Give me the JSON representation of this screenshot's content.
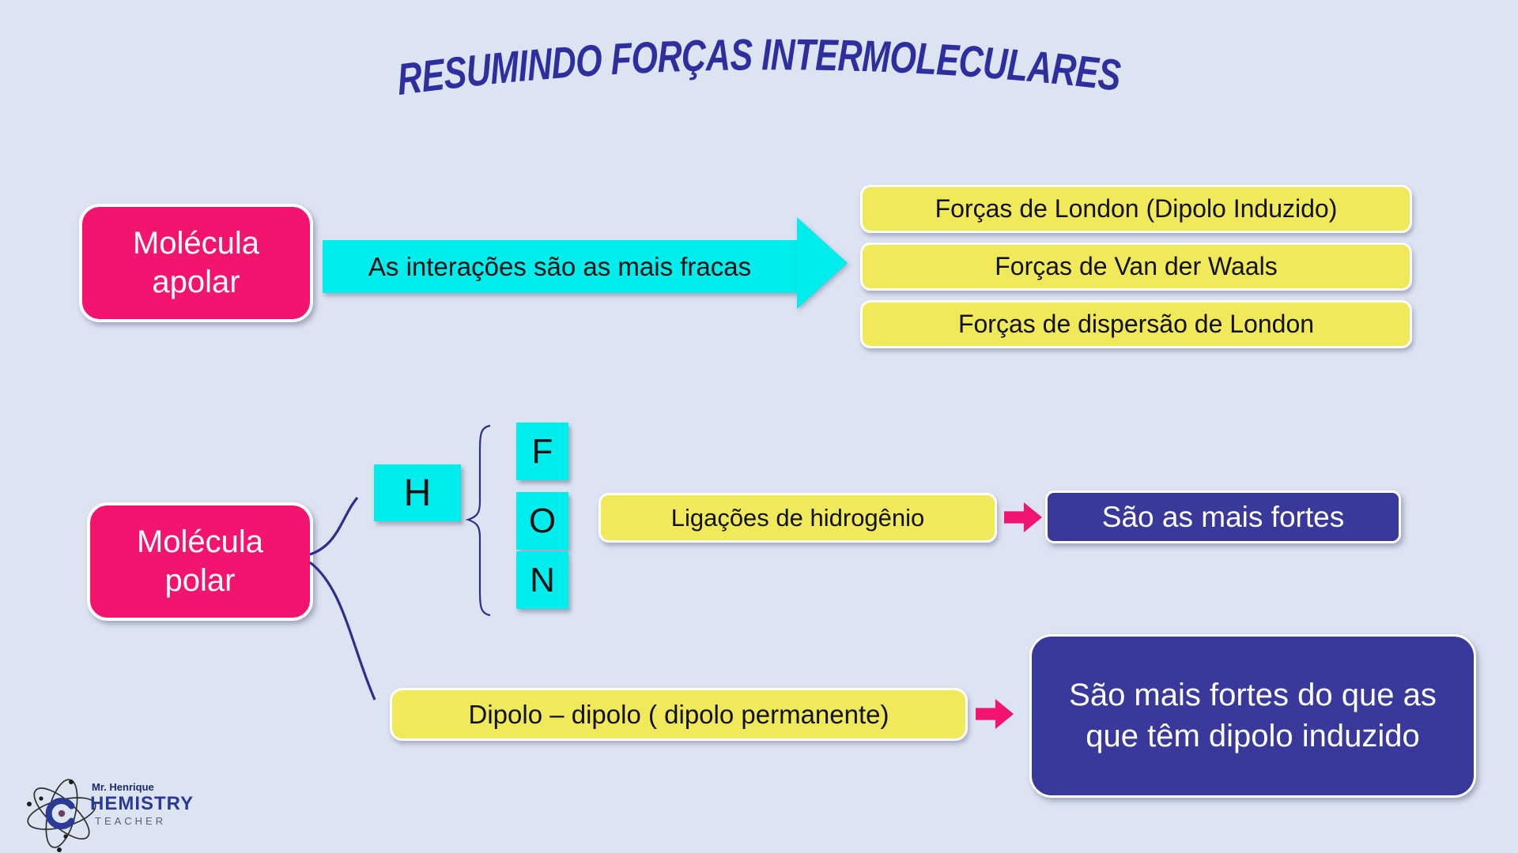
{
  "title": "RESUMINDO FORÇAS INTERMOLECULARES",
  "apolar": {
    "molecule": {
      "line1": "Molécula",
      "line2": "apolar"
    },
    "arrow_label": "As interações são as mais fracas",
    "forces": [
      "Forças de London (Dipolo Induzido)",
      "Forças de Van der Waals",
      "Forças de dispersão de London"
    ]
  },
  "polar": {
    "molecule": {
      "line1": "Molécula",
      "line2": "polar"
    },
    "hydrogen": "H",
    "bond_elements": [
      "F",
      "O",
      "N"
    ],
    "hydrogen_bond": {
      "label": "Ligações de hidrogênio",
      "result": "São as mais fortes"
    },
    "dipole": {
      "label": "Dipolo – dipolo ( dipolo permanente)",
      "result": "São mais fortes do que as que têm dipolo induzido"
    }
  },
  "logo": {
    "name": "Mr. Henrique",
    "brand": "HEMISTRY",
    "brand_initial": "C",
    "role": "TEACHER"
  },
  "colors": {
    "background": "#dce3f1",
    "pink": "#f2146e",
    "cyan": "#00eded",
    "yellow": "#f0e95a",
    "navy": "#39389b",
    "title_navy": "#2e2f9e",
    "connector_navy": "#2c2d8f"
  }
}
